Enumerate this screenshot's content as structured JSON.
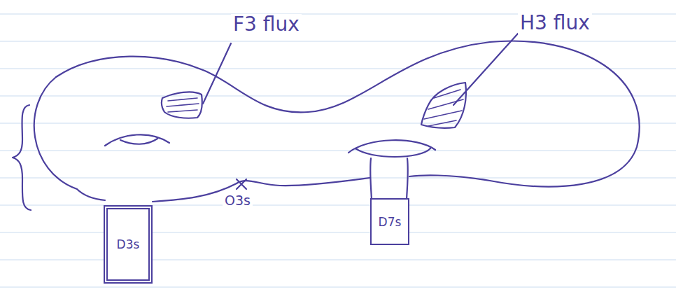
{
  "diagram": {
    "nodes": [
      {
        "text": [
          "D3s"
        ]
      },
      {
        "text": [
          "D7s"
        ]
      }
    ],
    "labels": [
      "F3 flux",
      "H3 flux",
      "O3s"
    ]
  }
}
